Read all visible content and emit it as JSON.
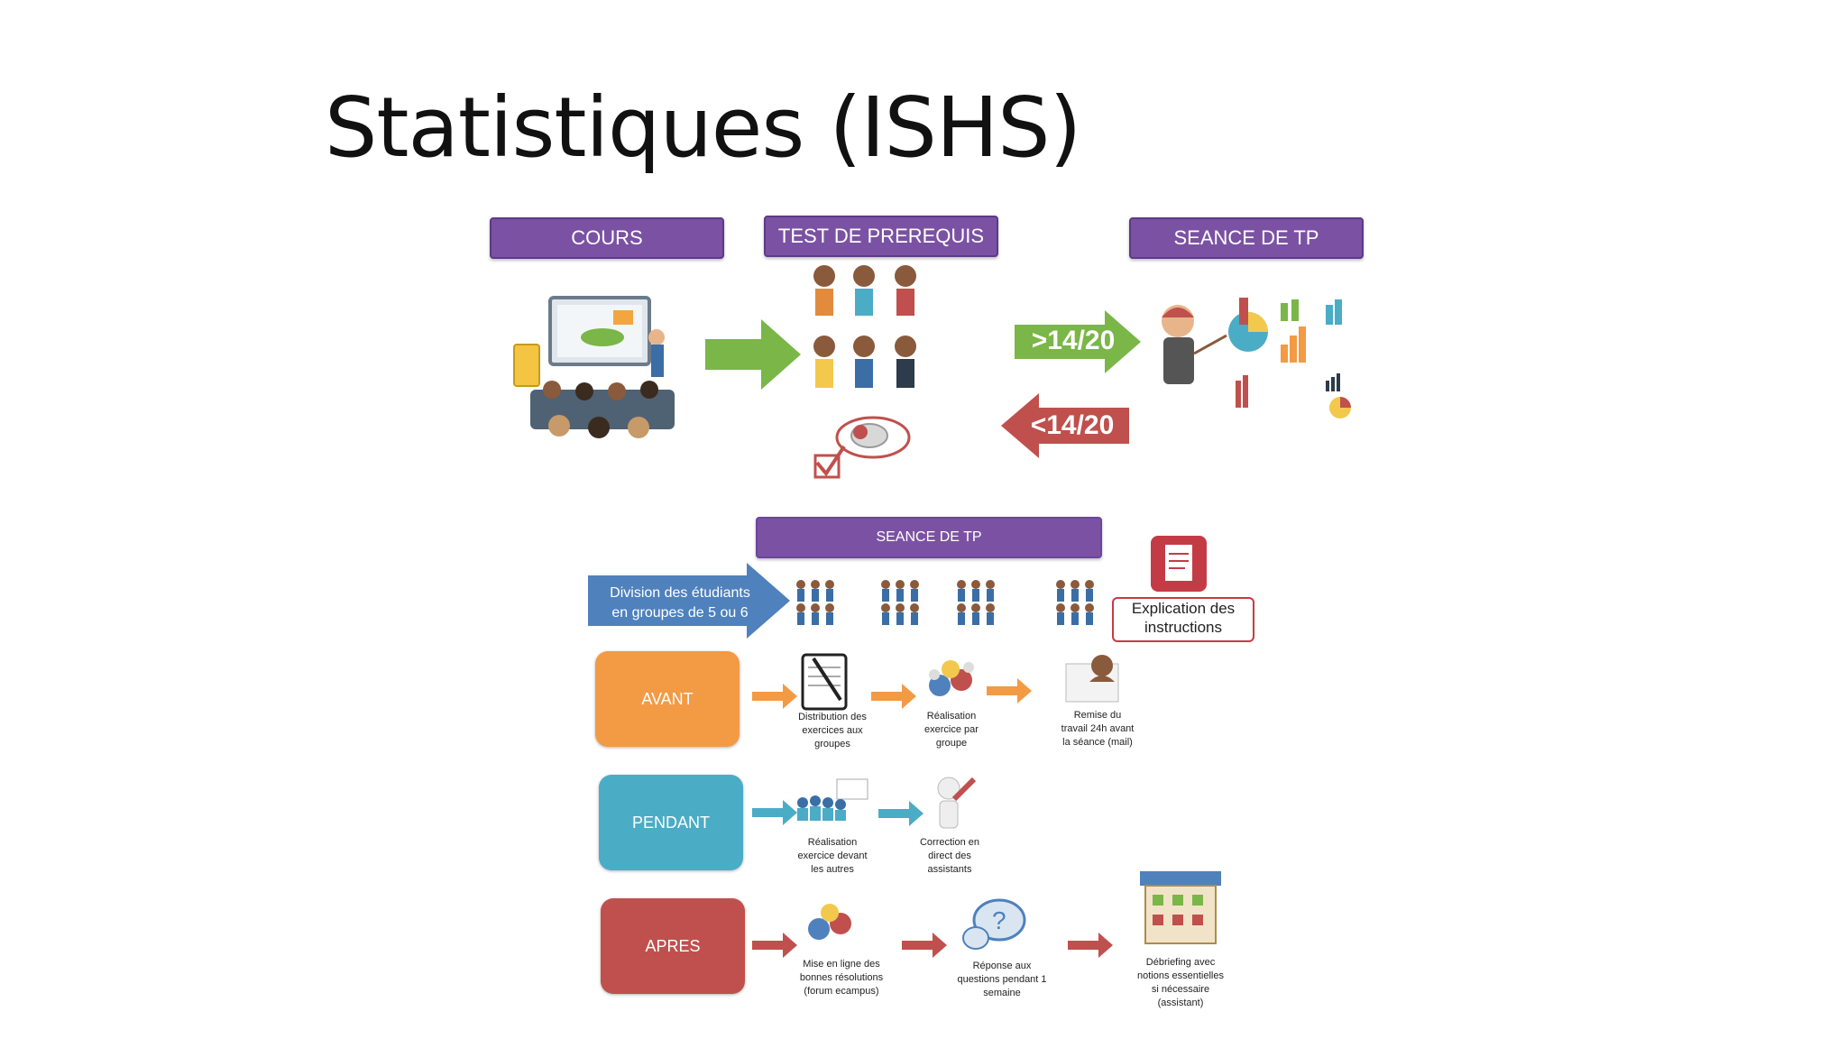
{
  "title": "Statistiques (ISHS)",
  "phases": {
    "cours": "COURS",
    "test": "TEST DE PREREQUIS",
    "seance_tp_top": "SEANCE DE TP",
    "seance_tp_bottom": "SEANCE DE TP"
  },
  "grades": {
    "above": ">14/20",
    "below": "<14/20"
  },
  "division": {
    "line1": "Division des étudiants",
    "line2": "en groupes de 5 ou 6"
  },
  "explication": {
    "line1": "Explication des",
    "line2": "instructions"
  },
  "stages": {
    "avant": {
      "label": "AVANT",
      "color": "#f39a45",
      "steps": [
        [
          "Distribution des",
          "exercices aux",
          "groupes"
        ],
        [
          "Réalisation",
          "exercice par",
          "groupe"
        ],
        [
          "Remise du",
          "travail 24h avant",
          "la séance (mail)"
        ]
      ]
    },
    "pendant": {
      "label": "PENDANT",
      "color": "#4bacc6",
      "steps": [
        [
          "Réalisation",
          "exercice devant",
          "les autres"
        ],
        [
          "Correction en",
          "direct des",
          "assistants"
        ]
      ]
    },
    "apres": {
      "label": "APRES",
      "color": "#c0504d",
      "steps": [
        [
          "Mise en ligne des",
          "bonnes résolutions",
          "(forum ecampus)"
        ],
        [
          "Réponse aux",
          "questions pendant 1",
          "semaine"
        ],
        [
          "Débriefing avec",
          "notions essentielles",
          "si nécessaire",
          "(assistant)"
        ]
      ]
    }
  }
}
